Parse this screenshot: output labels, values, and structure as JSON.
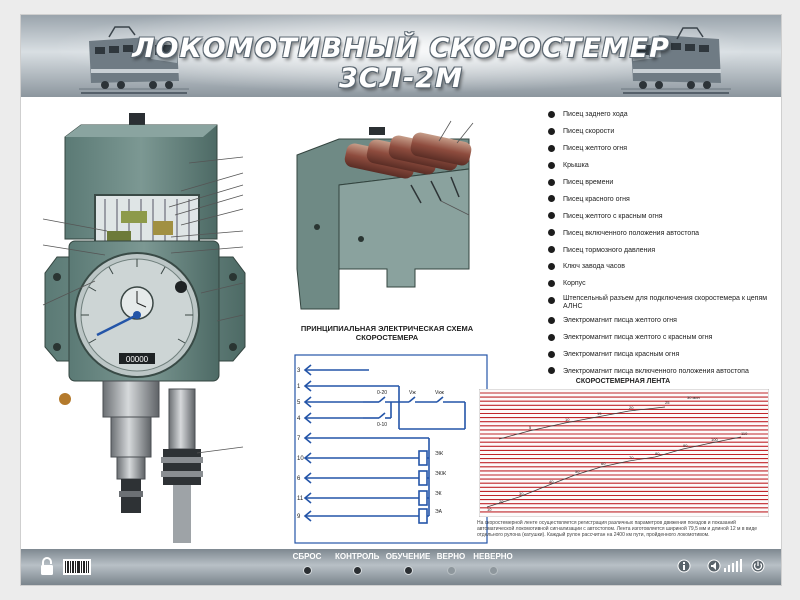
{
  "header": {
    "title_line1": "ЛОКОМОТИВНЫЙ СКОРОСТЕМЕР",
    "title_line2": "3СЛ-2М"
  },
  "device": {
    "counter_value": "00000"
  },
  "legend": [
    "Писец заднего хода",
    "Писец скорости",
    "Писец желтого огня",
    "Крышка",
    "Писец времени",
    "Писец красного огня",
    "Писец желтого с красным огня",
    "Писец включенного положения автостопа",
    "Писец тормозного давления",
    "Ключ завода часов",
    "Корпус",
    "Штепсельный разъем для подключения скоростемера к цепям АЛНС",
    "Электромагнит писца желтого огня",
    "Электромагнит писца желтого с красным огня",
    "Электромагнит писца красным огня",
    "Электромагнит писца включенного положения автостопа"
  ],
  "schema": {
    "title": "ПРИНЦИПИАЛЬНАЯ ЭЛЕКТРИЧЕСКАЯ СХЕМА СКОРОСТЕМЕРА",
    "terminals": [
      "3",
      "1",
      "5",
      "4",
      "7",
      "10",
      "6",
      "11",
      "9"
    ],
    "switch_labels": [
      "0-20",
      "0-10",
      "Vж",
      "Vкж"
    ],
    "coil_labels": [
      "ЭЖ",
      "ЭКЖ",
      "ЭК",
      "ЭА"
    ]
  },
  "tape": {
    "title": "СКОРОСТЕМЕРНАЯ ЛЕНТА",
    "tick_labels": [
      "30 мин",
      "25",
      "20",
      "15",
      "10",
      "5",
      "110",
      "100",
      "90",
      "80",
      "70",
      "60",
      "50",
      "40",
      "30",
      "20",
      "10"
    ],
    "note": "На скоростемерной ленте осуществляется регистрация различных параметров движения поездов и показаний автоматической локомотивной сигнализации с автостопом. Лента изготовляется шириной 79,5 мм и длиной 12 м в виде отдельного рулона (катушки). Каждый рулон рассчитан на 2400 км пути, пройденного локомотивом."
  },
  "footer": {
    "buttons": [
      "СБРОС",
      "КОНТРОЛЬ",
      "ОБУЧЕНИЕ",
      "ВЕРНО",
      "НЕВЕРНО"
    ]
  },
  "colors": {
    "accent_blue": "#2455a8",
    "tape_red": "#c0262b",
    "device_green": "#5e7d78",
    "footer_gray": "#9aa3a9"
  },
  "icons": [
    "padlock-icon",
    "barcode-icon",
    "info-icon",
    "speaker-icon",
    "volume-bars-icon",
    "power-icon"
  ]
}
